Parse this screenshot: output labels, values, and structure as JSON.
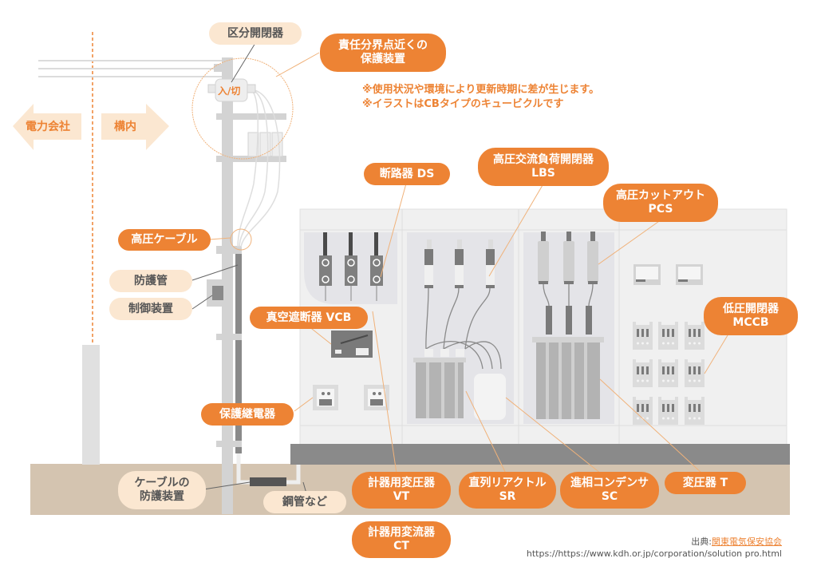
{
  "colors": {
    "accent": "#ed8334",
    "accent_light": "#fbe7d1",
    "ground": "#d4c4b0",
    "gray": "#cfcfcf",
    "dark_gray": "#8a8a8a"
  },
  "directions": {
    "utility": "電力会社",
    "premises": "構内"
  },
  "pole_switch_state": "入/切",
  "notes": [
    "※使用状況や環境により更新時期に差が生じます。",
    "※イラストはCBタイプのキュービクルです"
  ],
  "labels": {
    "section_switch": "区分開閉器",
    "boundary_protection": [
      "責任分界点近くの",
      "保護装置"
    ],
    "hv_cable": "高圧ケーブル",
    "protective_pipe": "防護管",
    "control_device": "制御装置",
    "ds": "断路器 DS",
    "lbs": [
      "高圧交流負荷開閉器",
      "LBS"
    ],
    "pcs": [
      "高圧カットアウト",
      "PCS"
    ],
    "vcb": "真空遮断器 VCB",
    "mccb": [
      "低圧開閉器",
      "MCCB"
    ],
    "relay": "保護継電器",
    "cable_protection": [
      "ケーブルの",
      "防護装置"
    ],
    "steel_pipe": "鋼管など",
    "vt": [
      "計器用変圧器",
      "VT"
    ],
    "sr": [
      "直列リアクトル",
      "SR"
    ],
    "sc": [
      "進相コンデンサ",
      "SC"
    ],
    "transformer": "変圧器 T",
    "ct": [
      "計器用変流器",
      "CT"
    ]
  },
  "credit": {
    "prefix": "出典:",
    "source": "関東電気保安協会",
    "url": "https://https://www.kdh.or.jp/corporation/solution pro.html"
  }
}
